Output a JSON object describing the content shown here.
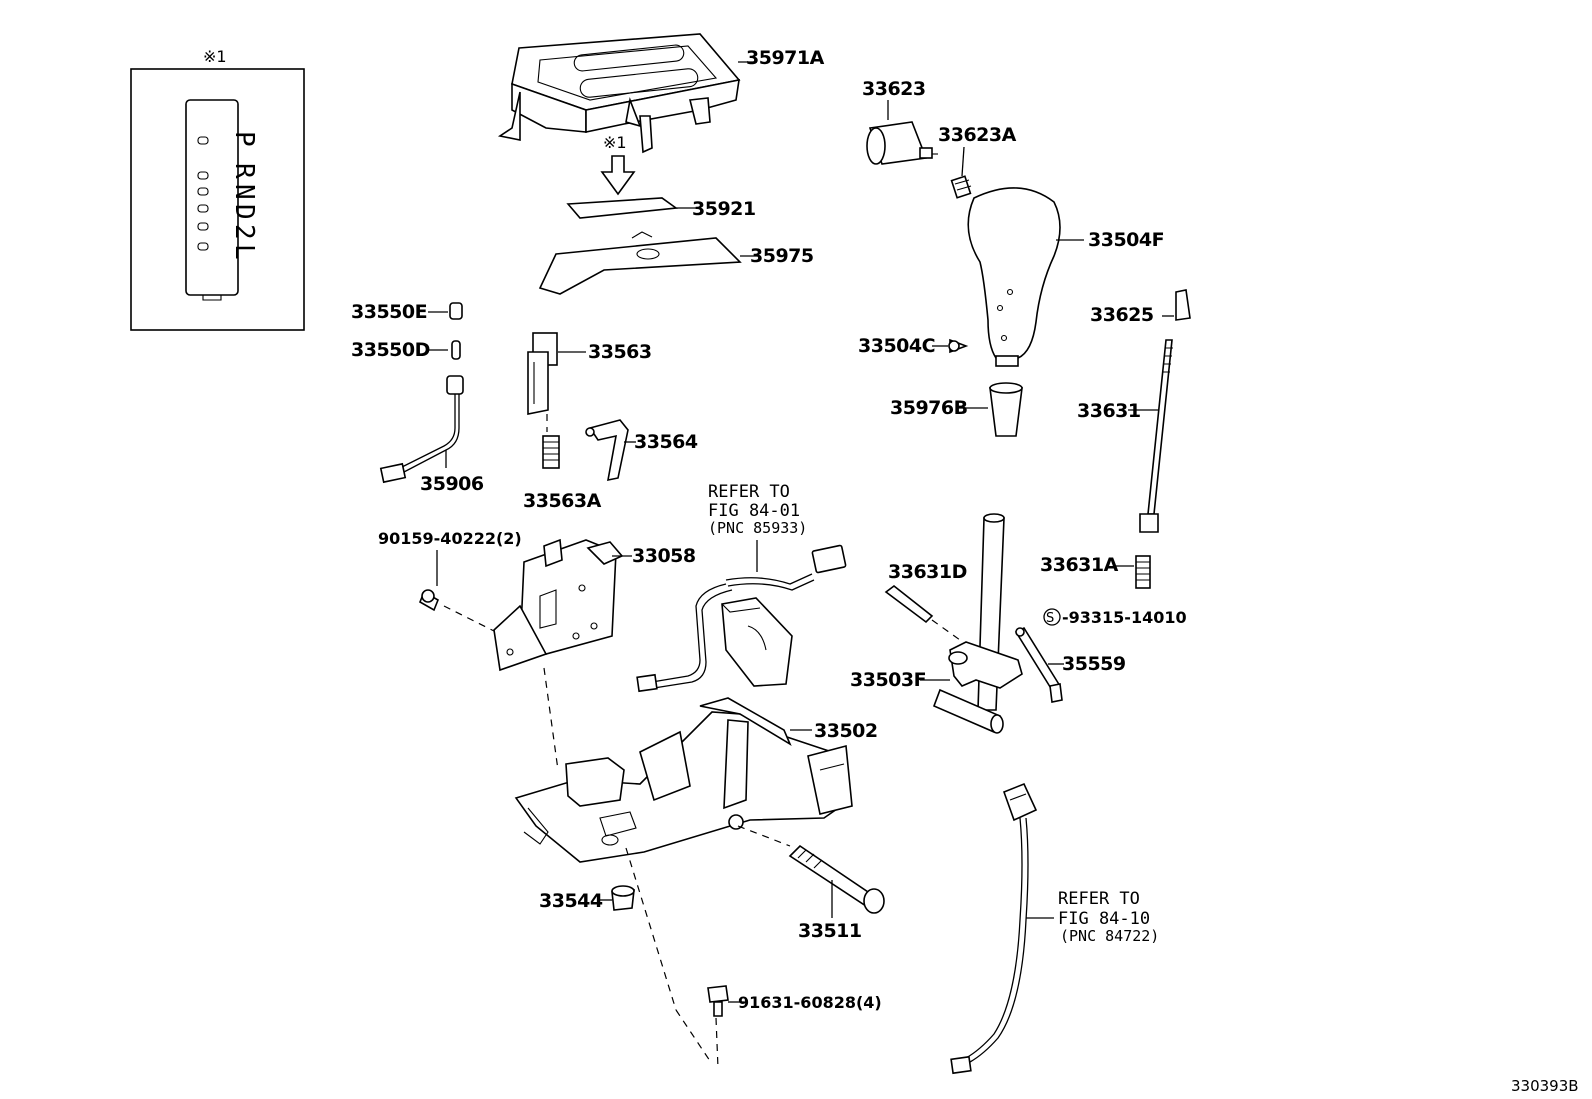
{
  "diagram_id": "330393B",
  "inset": {
    "mark": "※1",
    "gears": [
      "P",
      "R",
      "N",
      "D",
      "2",
      "L"
    ]
  },
  "mark_label": "※1",
  "parts": {
    "p35971A": "35971A",
    "p35921": "35921",
    "p35975": "35975",
    "p33623": "33623",
    "p33623A": "33623A",
    "p33504F": "33504F",
    "p33625": "33625",
    "p33504C": "33504C",
    "p35976B": "35976B",
    "p33631": "33631",
    "p33550E": "33550E",
    "p33550D": "33550D",
    "p33563": "33563",
    "p33564": "33564",
    "p35906": "35906",
    "p33563A": "33563A",
    "p90159": "90159-40222(2)",
    "p33058": "33058",
    "p33631A": "33631A",
    "p33631D": "33631D",
    "p93315": "-93315-14010",
    "p33503F": "33503F",
    "p35559": "35559",
    "p33502": "33502",
    "p33544": "33544",
    "p33511": "33511",
    "p91631": "91631-60828(4)"
  },
  "standard_symbol": "S",
  "refer1": {
    "line1": "REFER TO",
    "line2": "FIG 84-01",
    "line3": "(PNC 85933)"
  },
  "refer2": {
    "line1": "REFER TO",
    "line2": "FIG 84-10",
    "line3": "(PNC 84722)"
  }
}
